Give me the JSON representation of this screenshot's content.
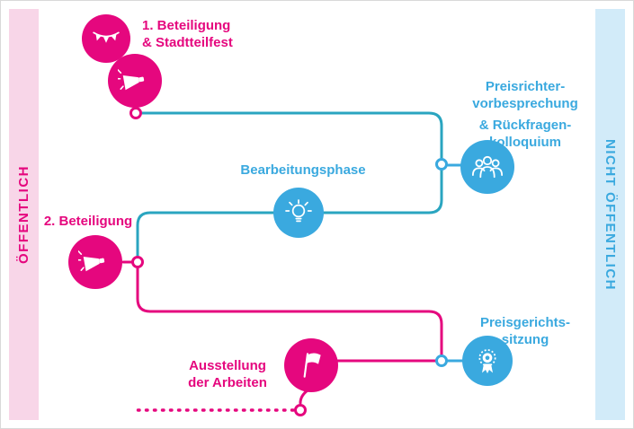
{
  "colors": {
    "pink": "#e5077e",
    "blue": "#3aa9df",
    "teal": "#2aa5c0",
    "pinkBand": "#f8d6e8",
    "blueBand": "#d2ebf9"
  },
  "bands": {
    "left": {
      "label": "ÖFFENTLICH"
    },
    "right": {
      "label": "NICHT ÖFFENTLICH"
    }
  },
  "steps": {
    "beteiligung1": {
      "line1": "1. Beteiligung",
      "line2": "& Stadtteilfest"
    },
    "preisrichter": {
      "line1": "Preisrichter-",
      "line2": "vorbesprechung",
      "line3": "& Rückfragen-",
      "line4": "kolloquium"
    },
    "bearbeitungsphase": {
      "label": "Bearbeitungsphase"
    },
    "beteiligung2": {
      "label": "2. Beteiligung"
    },
    "preisgericht": {
      "line1": "Preisgerichts-",
      "line2": "sitzung"
    },
    "ausstellung": {
      "line1": "Ausstellung",
      "line2": "der Arbeiten"
    }
  }
}
